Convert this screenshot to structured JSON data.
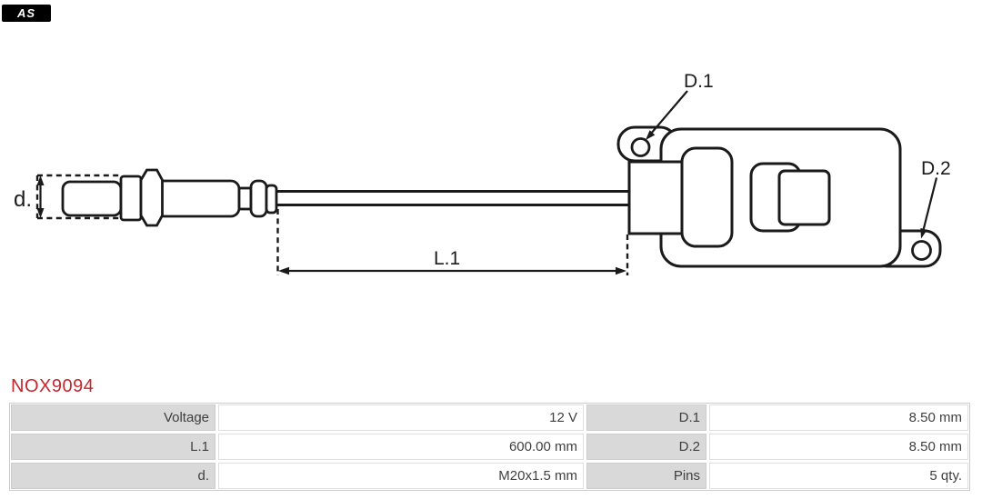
{
  "logo": {
    "text": "AS",
    "bg": "#000000",
    "fg": "#ffffff"
  },
  "part_number": {
    "text": "NOX9094",
    "color": "#c3262c"
  },
  "diagram": {
    "labels": {
      "d": "d.",
      "l1": "L.1",
      "d1": "D.1",
      "d2": "D.2"
    },
    "stroke_color": "#1a1a1a"
  },
  "spec_table": {
    "label_bg": "#d9d9d9",
    "rows": [
      {
        "label1": "Voltage",
        "value1": "12 V",
        "label2": "D.1",
        "value2": "8.50 mm"
      },
      {
        "label1": "L.1",
        "value1": "600.00 mm",
        "label2": "D.2",
        "value2": "8.50 mm"
      },
      {
        "label1": "d.",
        "value1": "M20x1.5 mm",
        "label2": "Pins",
        "value2": "5 qty."
      }
    ]
  }
}
